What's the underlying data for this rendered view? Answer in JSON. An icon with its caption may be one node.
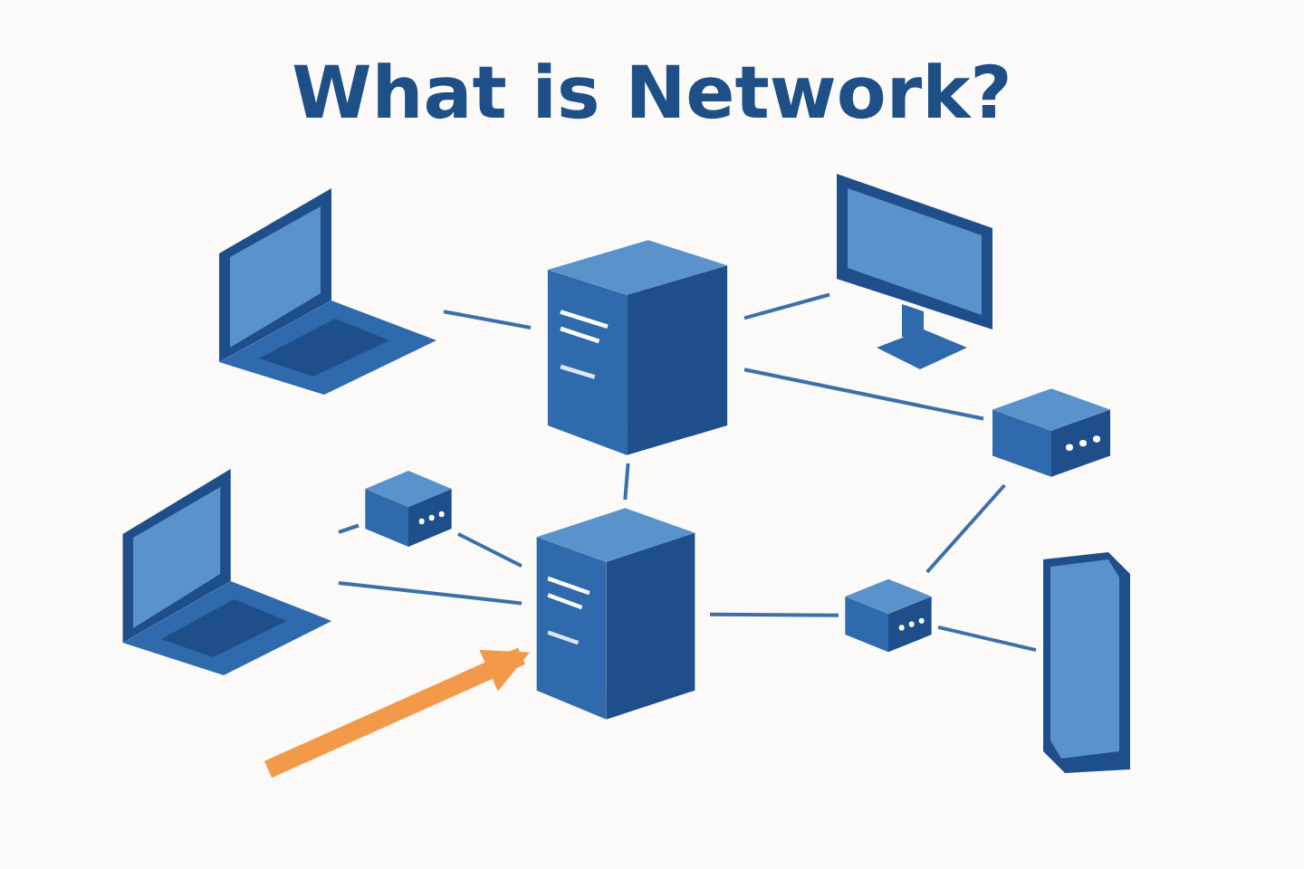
{
  "diagram": {
    "title": "What is Network?",
    "nodes": [
      {
        "text": [],
        "shape": "picture"
      },
      {
        "text": [],
        "shape": "picture"
      },
      {
        "text": [],
        "shape": "picture"
      },
      {
        "text": [],
        "shape": "picture"
      },
      {
        "text": [],
        "shape": "picture"
      },
      {
        "text": [],
        "shape": "picture"
      },
      {
        "text": [],
        "shape": "picture"
      },
      {
        "text": [],
        "shape": "picture"
      },
      {
        "text": [],
        "shape": "picture"
      }
    ],
    "edges": [
      {
        "from": 0,
        "to": 1,
        "arrow": "none"
      },
      {
        "from": 1,
        "to": 6,
        "arrow": "none"
      },
      {
        "from": 1,
        "to": 2,
        "arrow": "none"
      },
      {
        "from": 1,
        "to": 3,
        "arrow": "none"
      },
      {
        "from": 4,
        "to": 5,
        "arrow": "none"
      },
      {
        "from": 5,
        "to": 6,
        "arrow": "none"
      },
      {
        "from": 4,
        "to": 6,
        "arrow": "none"
      },
      {
        "from": 6,
        "to": 7,
        "arrow": "none"
      },
      {
        "from": 3,
        "to": 7,
        "arrow": "none"
      },
      {
        "from": 7,
        "to": 8,
        "arrow": "none"
      },
      {
        "from": null,
        "to": 6,
        "arrow": "to",
        "style": "thick",
        "color": "#f39a4a"
      }
    ]
  }
}
